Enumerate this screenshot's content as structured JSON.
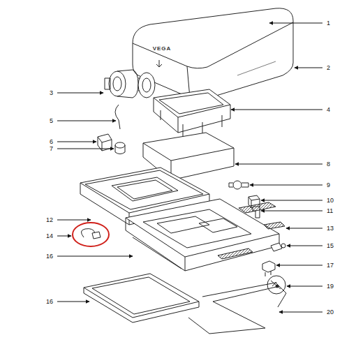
{
  "diagram": {
    "labels": [
      "1",
      "2",
      "VEGA",
      "3",
      "4",
      "5",
      "6",
      "7",
      "8",
      "9",
      "10",
      "11",
      "12",
      "13",
      "14",
      "15",
      "16",
      "17",
      "19",
      "16",
      "20"
    ]
  }
}
